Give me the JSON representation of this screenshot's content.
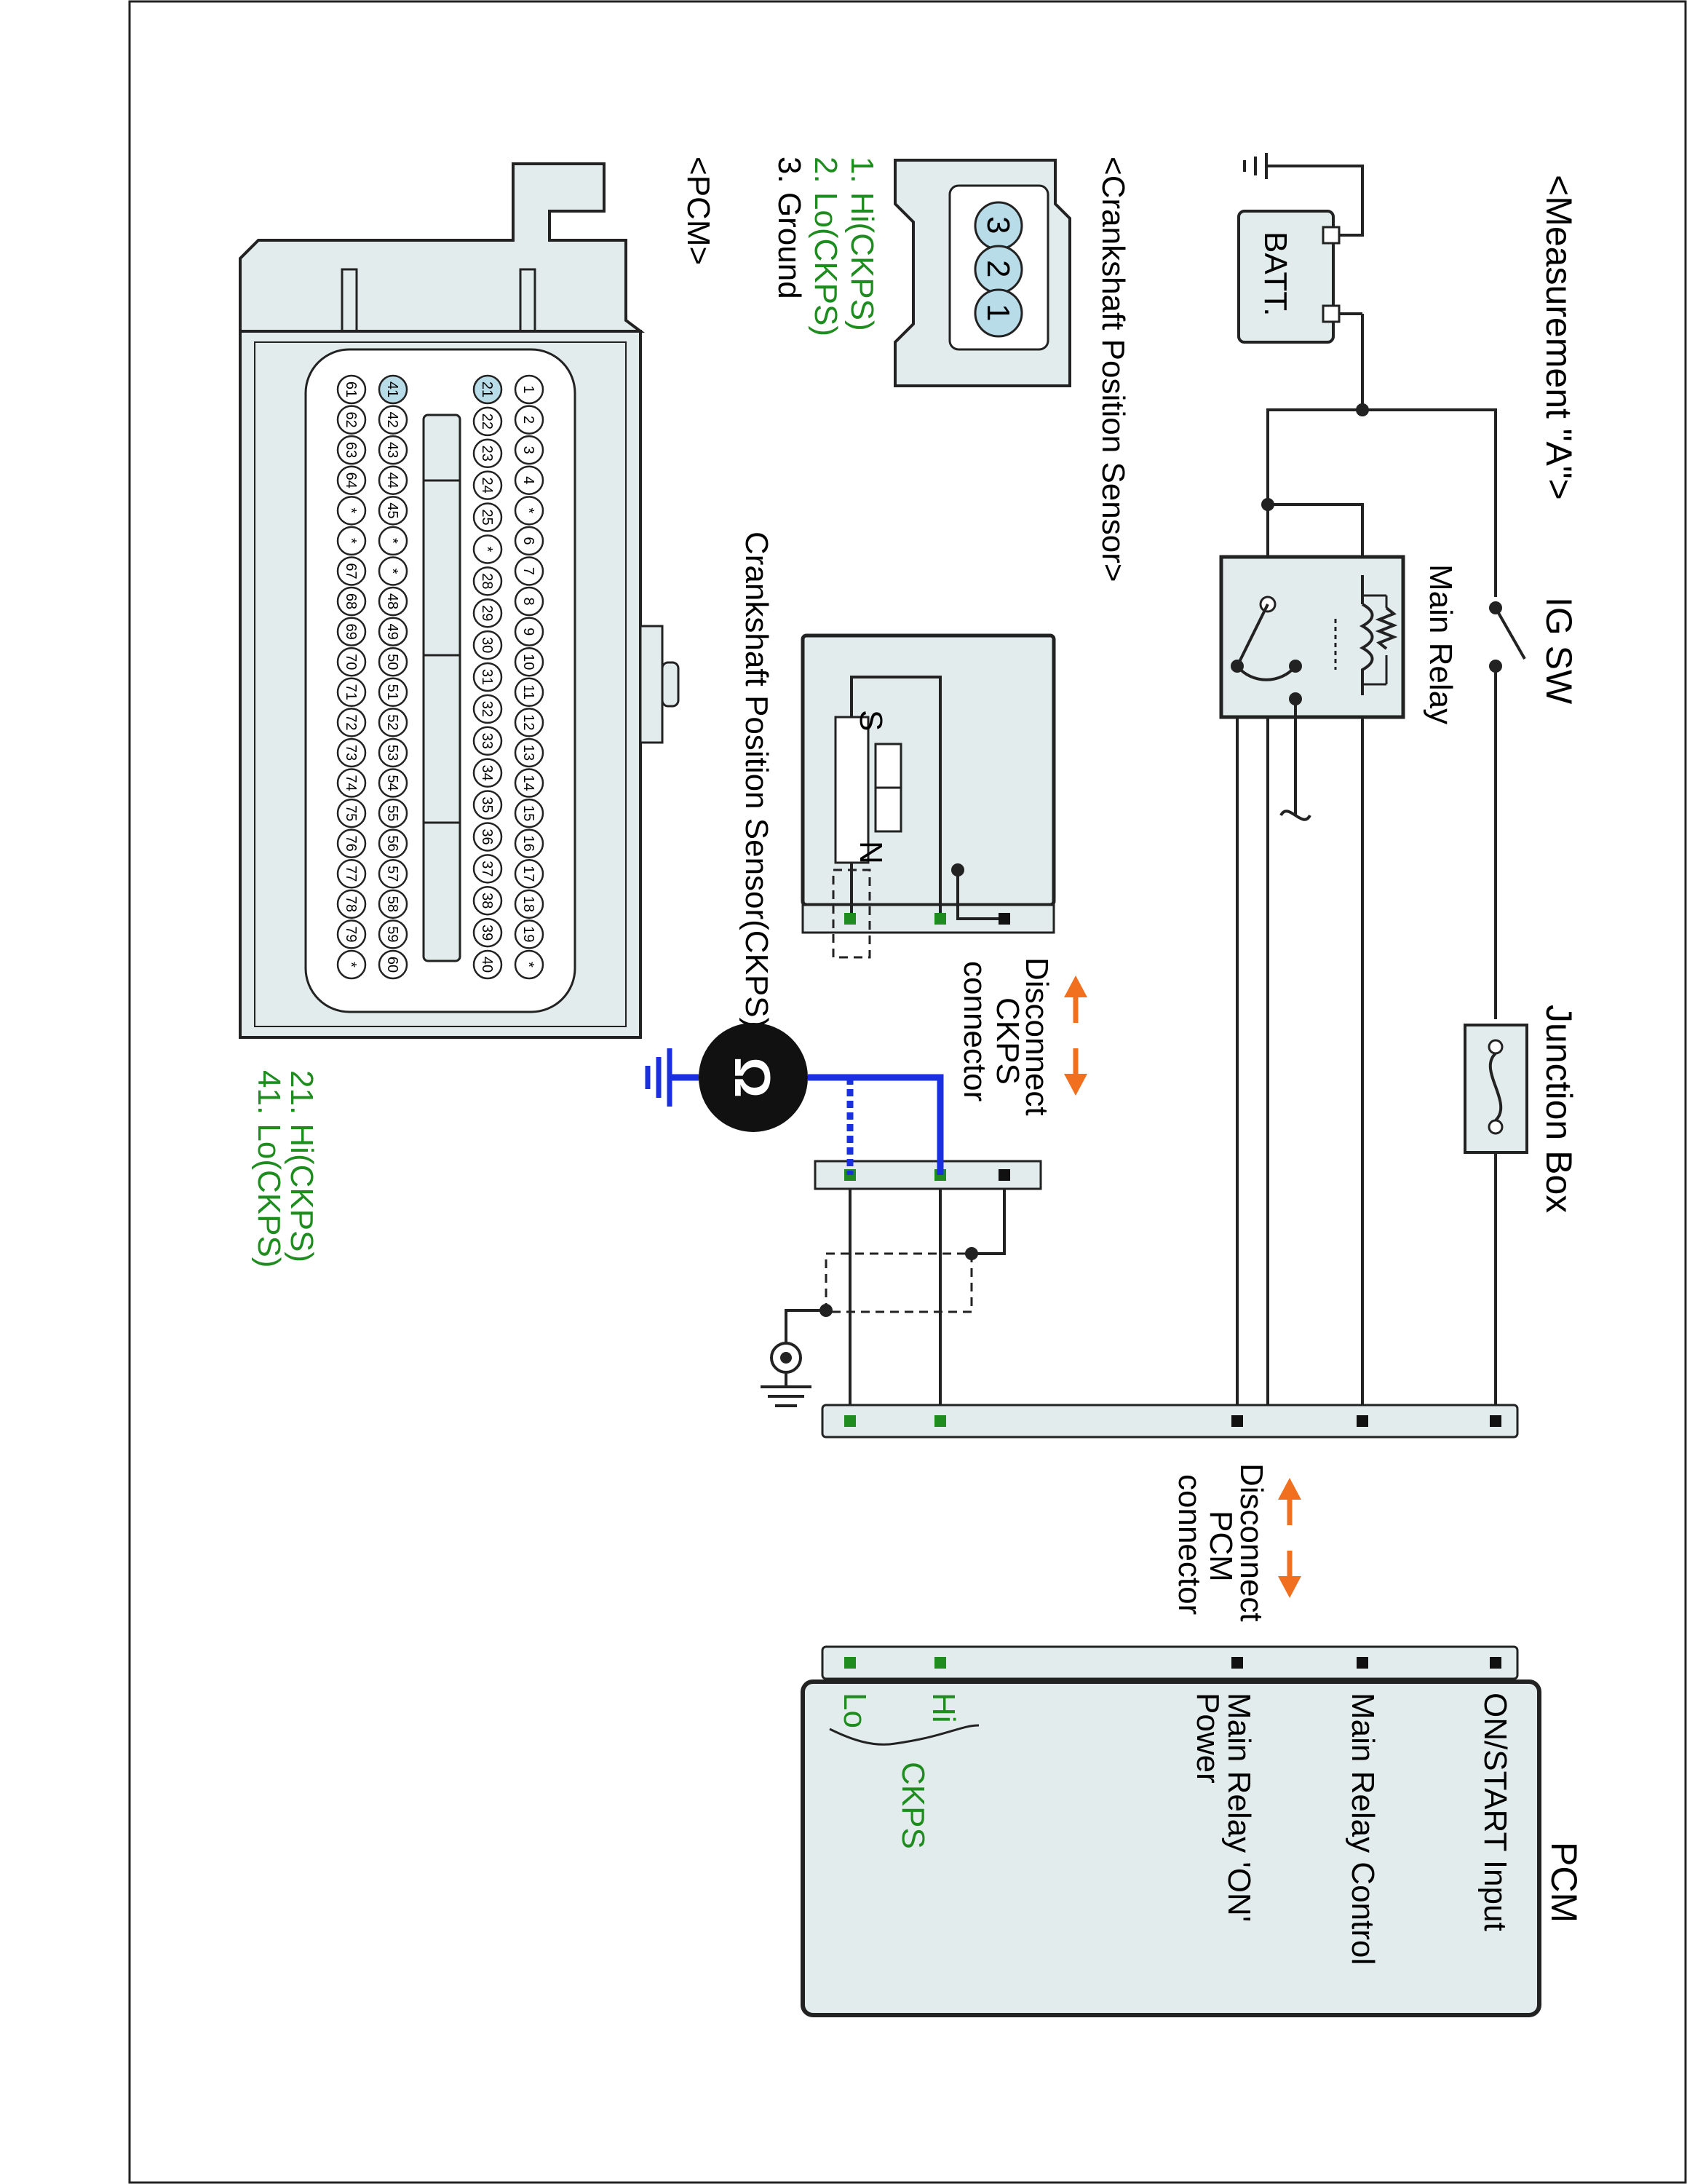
{
  "title": "<Measurement \"A\">",
  "labels": {
    "ig_sw": "IG SW",
    "main_relay": "Main Relay",
    "batt": "BATT.",
    "junction_box": "Junction Box",
    "ckps_connector_title": "<Crankshaft Position Sensor>",
    "ckps_sensor_title": "Crankshaft Position Sensor(CKPS)",
    "pcm_connector_title": "<PCM>",
    "disconnect_ckps": [
      "Disconnect",
      "CKPS",
      "connector"
    ],
    "disconnect_pcm": [
      "Disconnect",
      "PCM",
      "connector"
    ],
    "sensor_s": "S",
    "sensor_n": "N"
  },
  "ckps_pins": [
    "1. Hi(CKPS)",
    "2. Lo(CKPS)",
    "3. Ground"
  ],
  "ckps_pin_numbers": [
    "3",
    "2",
    "1"
  ],
  "pcm_pins": [
    "21. Hi(CKPS)",
    "41. Lo(CKPS)"
  ],
  "pcm_box": {
    "title": "PCM",
    "on_start": "ON/START Input",
    "relay_control": "Main Relay Control",
    "relay_power": [
      "Main Relay 'ON'",
      "Power"
    ],
    "hi": "Hi",
    "lo": "Lo",
    "ckps": "CKPS"
  },
  "pcm_connector_rows": {
    "row1": [
      "*",
      "19",
      "18",
      "17",
      "16",
      "15",
      "14",
      "13",
      "12",
      "11",
      "10",
      "9",
      "8",
      "7",
      "6",
      "*",
      "4",
      "3",
      "2",
      "1"
    ],
    "row2": [
      "40",
      "39",
      "38",
      "37",
      "36",
      "35",
      "34",
      "33",
      "32",
      "31",
      "30",
      "29",
      "28",
      "*",
      "25",
      "24",
      "23",
      "22",
      "21"
    ],
    "row3": [
      "60",
      "59",
      "58",
      "57",
      "56",
      "55",
      "54",
      "53",
      "52",
      "51",
      "50",
      "49",
      "48",
      "*",
      "*",
      "45",
      "44",
      "43",
      "42",
      "41"
    ],
    "row4": [
      "*",
      "79",
      "78",
      "77",
      "76",
      "75",
      "74",
      "73",
      "72",
      "71",
      "70",
      "69",
      "68",
      "67",
      "*",
      "*",
      "64",
      "63",
      "62",
      "61"
    ]
  },
  "colors": {
    "green": "#1e8c1e",
    "orange": "#f07020",
    "blue": "#1a2fe0",
    "block": "#e3ecec",
    "highlight": "#b8dde8"
  }
}
